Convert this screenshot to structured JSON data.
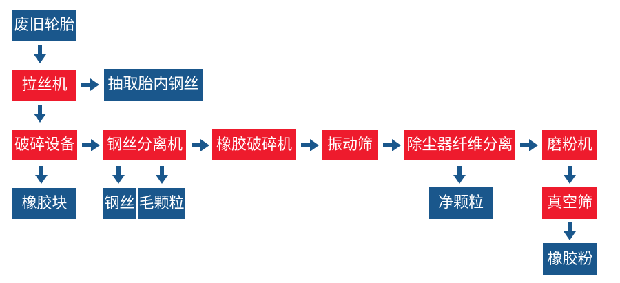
{
  "colors": {
    "process_box_red": "#ee1b2d",
    "material_box_blue": "#1a578c",
    "arrow_blue": "#1a578c",
    "text_white": "#ffffff",
    "background": "#ffffff"
  },
  "icons": {
    "arrow_right": "→",
    "arrow_down": "↓"
  },
  "flowchart": {
    "nodes": [
      {
        "id": "waste-tires",
        "label": "废旧轮胎",
        "type": "material"
      },
      {
        "id": "wire-drawing-machine",
        "label": "拉丝机",
        "type": "process"
      },
      {
        "id": "extract-tire-steel-wire",
        "label": "抽取胎内钢丝",
        "type": "material"
      },
      {
        "id": "crushing-equipment",
        "label": "破碎设备",
        "type": "process"
      },
      {
        "id": "rubber-blocks",
        "label": "橡胶块",
        "type": "material"
      },
      {
        "id": "steel-wire-separator",
        "label": "钢丝分离机",
        "type": "process"
      },
      {
        "id": "steel-wire",
        "label": "钢丝",
        "type": "material"
      },
      {
        "id": "rough-granules",
        "label": "毛颗粒",
        "type": "material"
      },
      {
        "id": "rubber-crusher",
        "label": "橡胶破碎机",
        "type": "process"
      },
      {
        "id": "vibrating-screen",
        "label": "振动筛",
        "type": "process"
      },
      {
        "id": "dust-collector-fiber-separation",
        "label": "除尘器纤维分离",
        "type": "process"
      },
      {
        "id": "clean-granules",
        "label": "净颗粒",
        "type": "material"
      },
      {
        "id": "grinding-machine",
        "label": "磨粉机",
        "type": "process"
      },
      {
        "id": "vacuum-screen",
        "label": "真空筛",
        "type": "process"
      },
      {
        "id": "rubber-powder",
        "label": "橡胶粉",
        "type": "material"
      }
    ]
  }
}
